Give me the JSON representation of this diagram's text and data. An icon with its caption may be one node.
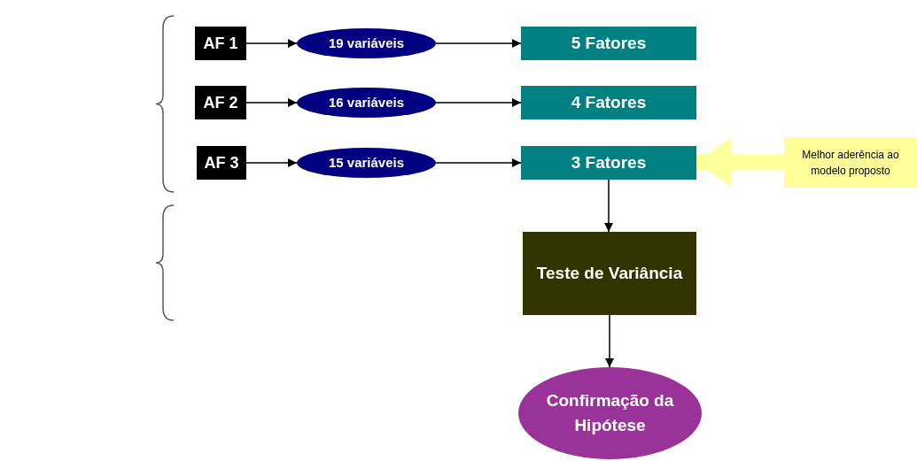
{
  "diagram": {
    "nodes": [
      {
        "text": [
          "AF 1"
        ]
      },
      {
        "text": [
          "19 variáveis"
        ]
      },
      {
        "text": [
          "5 Fatores"
        ]
      },
      {
        "text": [
          "AF 2"
        ]
      },
      {
        "text": [
          "16 variáveis"
        ]
      },
      {
        "text": [
          "4 Fatores"
        ]
      },
      {
        "text": [
          "AF 3"
        ]
      },
      {
        "text": [
          "15 variáveis"
        ]
      },
      {
        "text": [
          "3 Fatores"
        ]
      },
      {
        "text": [
          "Melhor aderência ao modelo proposto"
        ]
      },
      {
        "text": [
          "Teste de Variância"
        ]
      },
      {
        "text": [
          "Confirmação da Hipótese"
        ]
      }
    ],
    "edges": [
      {
        "from": 0,
        "to": 1,
        "arrow": "to"
      },
      {
        "from": 1,
        "to": 2,
        "arrow": "to"
      },
      {
        "from": 3,
        "to": 4,
        "arrow": "to"
      },
      {
        "from": 4,
        "to": 5,
        "arrow": "to"
      },
      {
        "from": 6,
        "to": 7,
        "arrow": "to"
      },
      {
        "from": 7,
        "to": 8,
        "arrow": "to"
      },
      {
        "from": 9,
        "to": 8,
        "arrow": "to",
        "style": "thick",
        "color": "#ffff99"
      },
      {
        "from": 8,
        "to": 10,
        "arrow": "to"
      },
      {
        "from": 10,
        "to": 11,
        "arrow": "to"
      }
    ]
  }
}
